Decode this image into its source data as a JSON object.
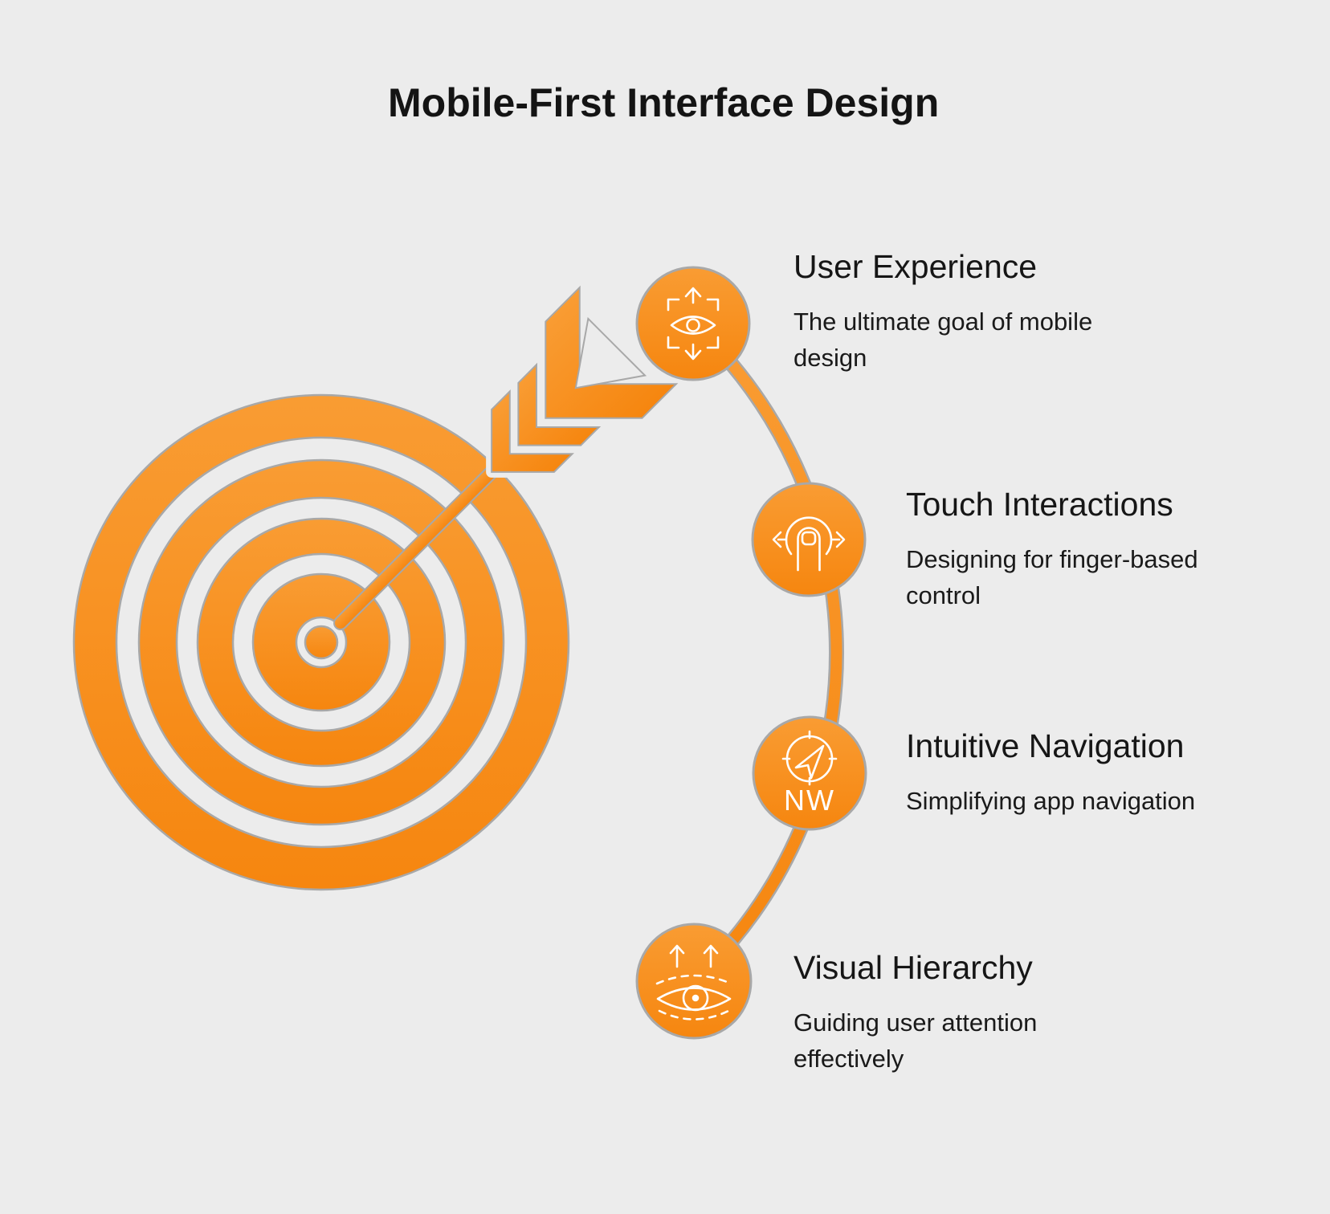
{
  "title": "Mobile-First Interface Design",
  "graphic": {
    "name": "target-with-arrow",
    "description_of_visual": "bullseye target with arrow hitting center, curved timeline with four icon nodes"
  },
  "colors": {
    "background": "#ececec",
    "accent_orange": "#f78e1e",
    "accent_orange_light": "#f99c33",
    "accent_orange_dark": "#f6860f",
    "outline_gray": "#a8a8a8",
    "icon_stroke": "#ffffff",
    "text": "#1a1a1a"
  },
  "sections": [
    {
      "title": "User Experience",
      "description": "The ultimate goal of mobile design",
      "icon": "eye-scan-icon"
    },
    {
      "title": "Touch Interactions",
      "description": "Designing for finger-based control",
      "icon": "touch-gesture-icon"
    },
    {
      "title": "Intuitive Navigation",
      "description": "Simplifying app navigation",
      "icon": "compass-icon",
      "icon_text": "NW"
    },
    {
      "title": "Visual Hierarchy",
      "description": "Guiding user attention effectively",
      "icon": "eye-hierarchy-icon"
    }
  ]
}
